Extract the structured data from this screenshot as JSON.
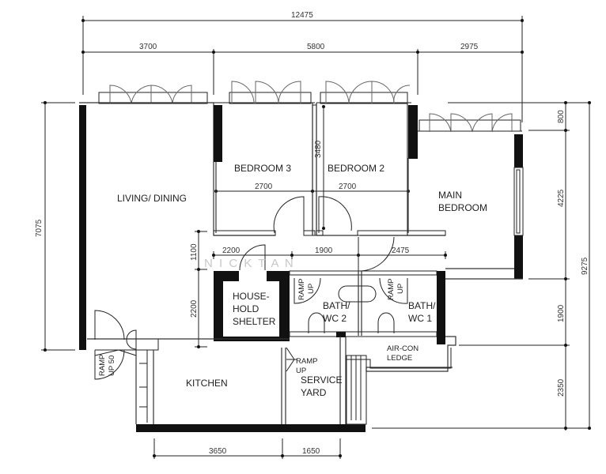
{
  "plan": {
    "watermark": "N  I  C  K     T  A  N",
    "colors": {
      "wall": "#111111",
      "line": "#222222",
      "background": "#ffffff",
      "watermark": "#c8c8c8"
    }
  },
  "rooms": {
    "living_dining": "LIVING/  DINING",
    "bedroom3": "BEDROOM  3",
    "bedroom2": "BEDROOM  2",
    "main_bedroom_line1": "MAIN",
    "main_bedroom_line2": "BEDROOM",
    "household_shelter_line1": "HOUSE-",
    "household_shelter_line2": "HOLD",
    "household_shelter_line3": "SHELTER",
    "bath_wc2_line1": "BATH/",
    "bath_wc2_line2": "WC  2",
    "bath_wc1_line1": "BATH/",
    "bath_wc1_line2": "WC  1",
    "aircon_line1": "AIR-CON",
    "aircon_line2": "LEDGE",
    "kitchen": "KITCHEN",
    "service_yard_line1": "SERVICE",
    "service_yard_line2": "YARD"
  },
  "annotations": {
    "ramp_up_entrance_line1": "RAMP",
    "ramp_up_entrance_line2": "UP 50",
    "ramp_up_wc2_line1": "RAMP",
    "ramp_up_wc2_line2": "UP",
    "ramp_up_wc1_line1": "RAMP",
    "ramp_up_wc1_line2": "UP",
    "ramp_up_yard_line1": "RAMP",
    "ramp_up_yard_line2": "UP"
  },
  "dimensions": {
    "top_overall": "12475",
    "top_living": "3700",
    "top_bedrooms": "5800",
    "top_main": "2975",
    "bedroom3_width": "2700",
    "bedroom2_width": "2700",
    "bedroom_depth": "3480",
    "corridor_left": "2200",
    "corridor_mid": "1900",
    "corridor_right": "2475",
    "left_overall": "7075",
    "left_corridor": "1100",
    "left_shelter": "2200",
    "right_top": "800",
    "right_main": "4225",
    "right_bath": "1900",
    "right_kitchen": "2350",
    "right_overall": "9275",
    "bottom_kitchen": "3650",
    "bottom_yard": "1650"
  }
}
